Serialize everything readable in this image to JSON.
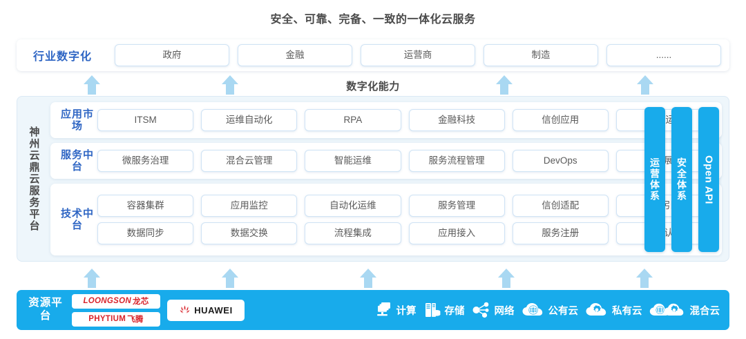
{
  "title": "安全、可靠、完备、一致的一体化云服务",
  "colors": {
    "accent_blue": "#18abeb",
    "label_blue": "#2f66c4",
    "arrow_blue": "#a9d8f2",
    "panel_bg": "#eef6fb",
    "chip_border": "#cfe3f5",
    "logo_red": "#d8232a",
    "text_gray": "#5a5a5a"
  },
  "industry": {
    "label": "行业数字化",
    "items": [
      "政府",
      "金融",
      "运营商",
      "制造",
      "......"
    ]
  },
  "capability_caption": "数字化能力",
  "platform": {
    "vertical_label": "神州云鼎云服务平台",
    "layers": [
      {
        "label": "应用市场",
        "rows": [
          [
            "ITSM",
            "运维自动化",
            "RPA",
            "金融科技",
            "信创应用",
            "运维/运营"
          ]
        ]
      },
      {
        "label": "服务中台",
        "rows": [
          [
            "微服务治理",
            "混合云管理",
            "智能运维",
            "服务流程管理",
            "DevOps",
            "大屏展示"
          ]
        ]
      },
      {
        "label": "技术中台",
        "rows": [
          [
            "容器集群",
            "应用监控",
            "自动化运维",
            "服务管理",
            "信创适配",
            "流程引擎"
          ],
          [
            "数据同步",
            "数据交换",
            "流程集成",
            "应用接入",
            "服务注册",
            "统一认证"
          ]
        ]
      }
    ],
    "side_bars": [
      {
        "text": "运营体系",
        "script": "cjk"
      },
      {
        "text": "安全体系",
        "script": "cjk"
      },
      {
        "text": "Open API",
        "script": "latin"
      }
    ]
  },
  "resource": {
    "label": "资源平台",
    "vendor_logos": [
      {
        "name": "LOONGSON",
        "cjk": "龙芯",
        "icon": "loongson-logo"
      },
      {
        "name": "PHYTIUM",
        "cjk": "飞腾",
        "icon": "phytium-logo"
      }
    ],
    "huawei": {
      "text": "HUAWEI",
      "icon": "huawei-logo"
    },
    "items": [
      {
        "label": "计算",
        "icon": "compute-icon"
      },
      {
        "label": "存储",
        "icon": "storage-icon"
      },
      {
        "label": "网络",
        "icon": "network-icon"
      },
      {
        "label": "公有云",
        "icon": "public-cloud-icon"
      },
      {
        "label": "私有云",
        "icon": "private-cloud-icon"
      },
      {
        "label": "混合云",
        "icon": "hybrid-cloud-icon"
      }
    ]
  },
  "arrows": {
    "upper": [
      133,
      333,
      730,
      934
    ],
    "lower": [
      133,
      333,
      533,
      733,
      933
    ]
  }
}
